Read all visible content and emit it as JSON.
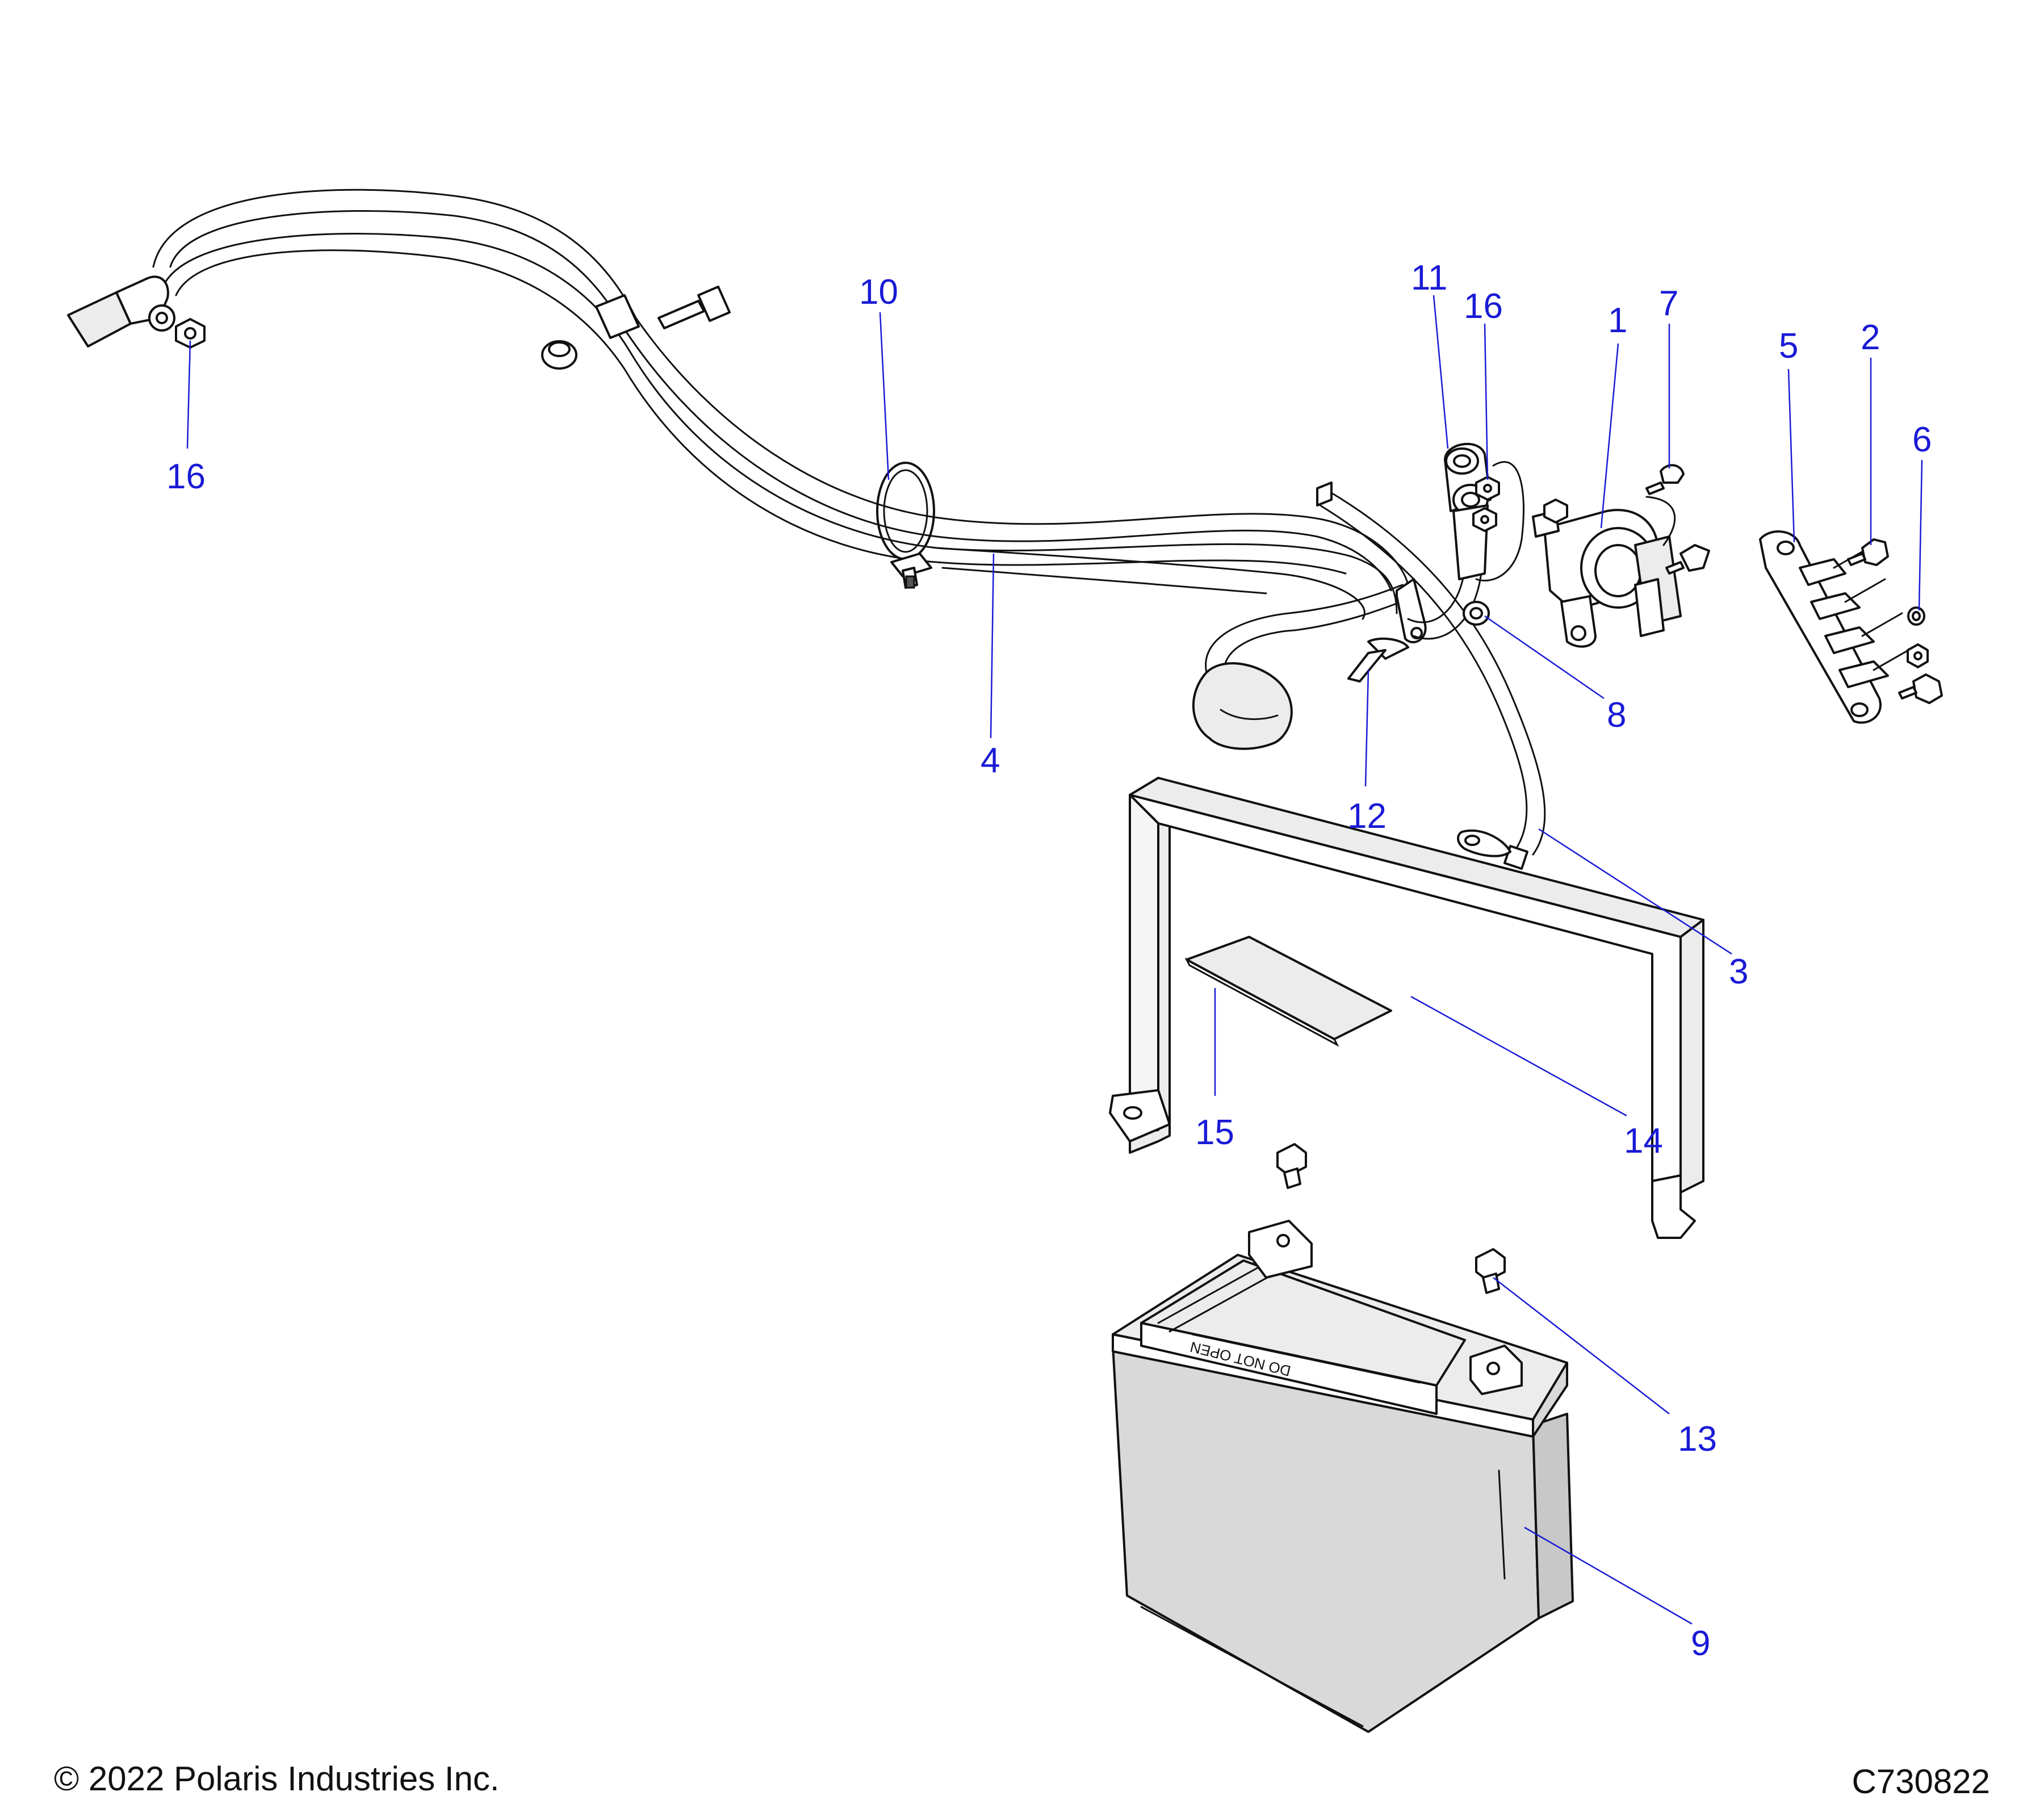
{
  "callouts": {
    "c1": "1",
    "c2": "2",
    "c3": "3",
    "c4": "4",
    "c5": "5",
    "c6": "6",
    "c7": "7",
    "c8": "8",
    "c9": "9",
    "c10": "10",
    "c11": "11",
    "c12": "12",
    "c13": "13",
    "c14": "14",
    "c15": "15",
    "c16a": "16",
    "c16b": "16"
  },
  "battery_label": "DO NOT OPEN",
  "footer": {
    "copyright": "© 2022 Polaris Industries Inc.",
    "drawing_id": "C730822"
  }
}
